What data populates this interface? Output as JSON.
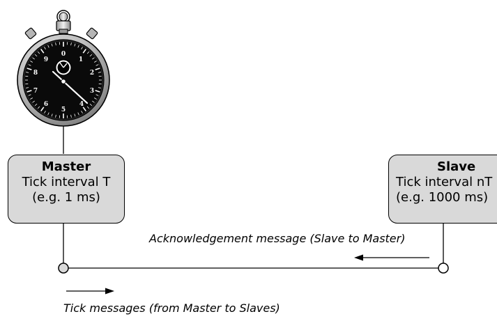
{
  "stopwatch": {
    "dial_numbers": [
      "0",
      "1",
      "2",
      "3",
      "4",
      "5",
      "6",
      "7",
      "8",
      "9"
    ]
  },
  "master": {
    "title": "Master",
    "line1": "Tick interval T",
    "line2": "(e.g. 1 ms)"
  },
  "slave": {
    "title": "Slave",
    "line1": "Tick interval nT",
    "line2": "(e.g. 1000 ms)"
  },
  "messages": {
    "acknowledgement": "Acknowledgement message (Slave to Master)",
    "tick": "Tick messages (from Master to Slaves)"
  },
  "colors": {
    "box_fill": "#d9d9d9",
    "stroke": "#000000",
    "watch_case": "#c8c8c8"
  }
}
